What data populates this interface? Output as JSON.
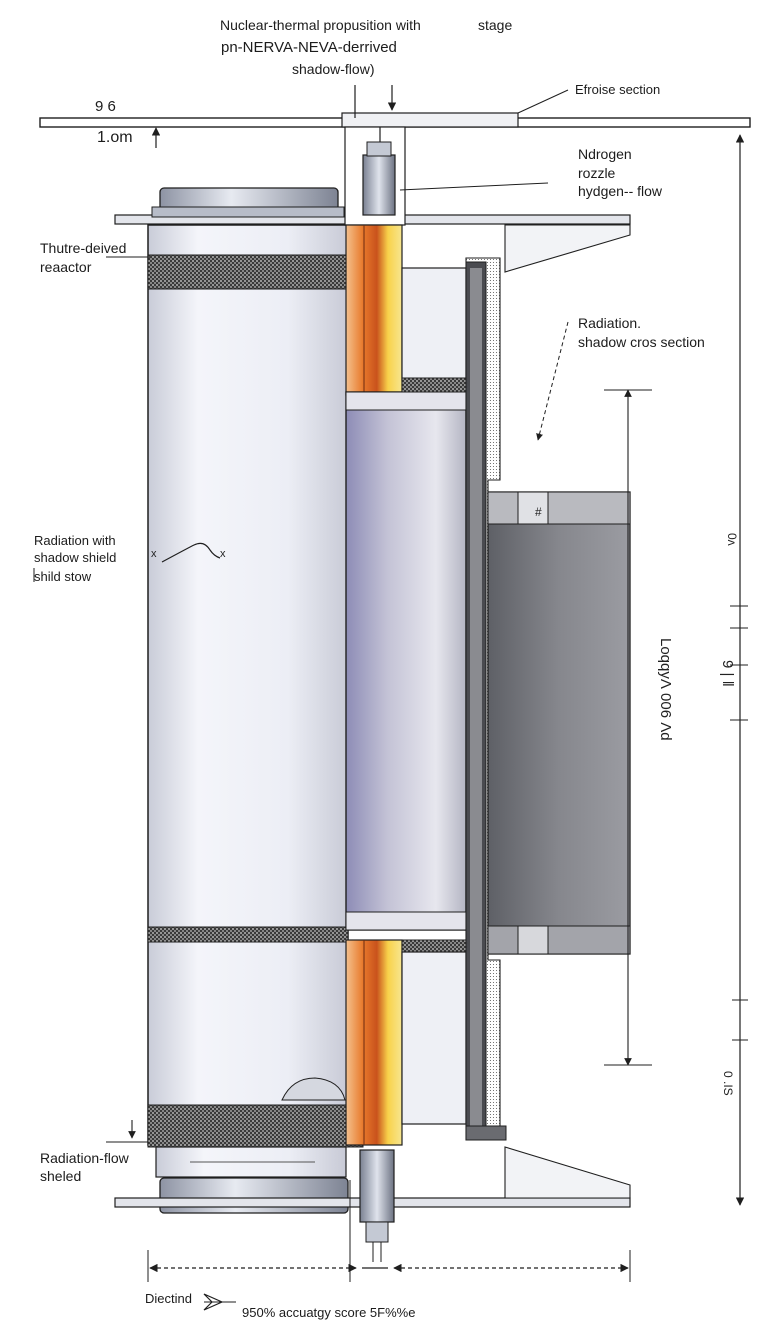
{
  "title": {
    "line1": "Nuclear-thermal propusition with",
    "line1_suffix": "stage",
    "line2": "pn-NERVA-NEVA-derrived",
    "line3": "shadow-flow)"
  },
  "dimensions": {
    "top_value": "9 6",
    "top_unit": "1.om",
    "right_vertical": "LoqqyɅ 006 Ʌd",
    "right_ticks_upper": "0ʌ",
    "right_ticks_mid": "9 | ǁ",
    "right_ticks_lower": "0 .IS"
  },
  "callouts": {
    "cross_section": "Efroise section",
    "nozzle": [
      "Ndrogen",
      "rozzle",
      "hydgen-- flow"
    ],
    "reactor": [
      "Thutre-deived",
      "reaactor"
    ],
    "radiation_cross": [
      "Radiation.",
      "shadow cros section"
    ],
    "radiation_shield": [
      "Radiation with",
      "shadow shield",
      "shild stow"
    ],
    "radiation_flow": [
      "Radiation-flow",
      "sheled"
    ]
  },
  "footer": {
    "legend_label": "Diectind",
    "accuracy_text": "950% accuatgy score 5F%%e"
  },
  "colors": {
    "line": "#1f1f1f",
    "reactor_body": "#eef0f6",
    "core_orange": "#e07a2a",
    "core_yellow": "#f6d24a",
    "shield_gray": "#7b7c80",
    "column_purple": "#9a9ab8"
  }
}
